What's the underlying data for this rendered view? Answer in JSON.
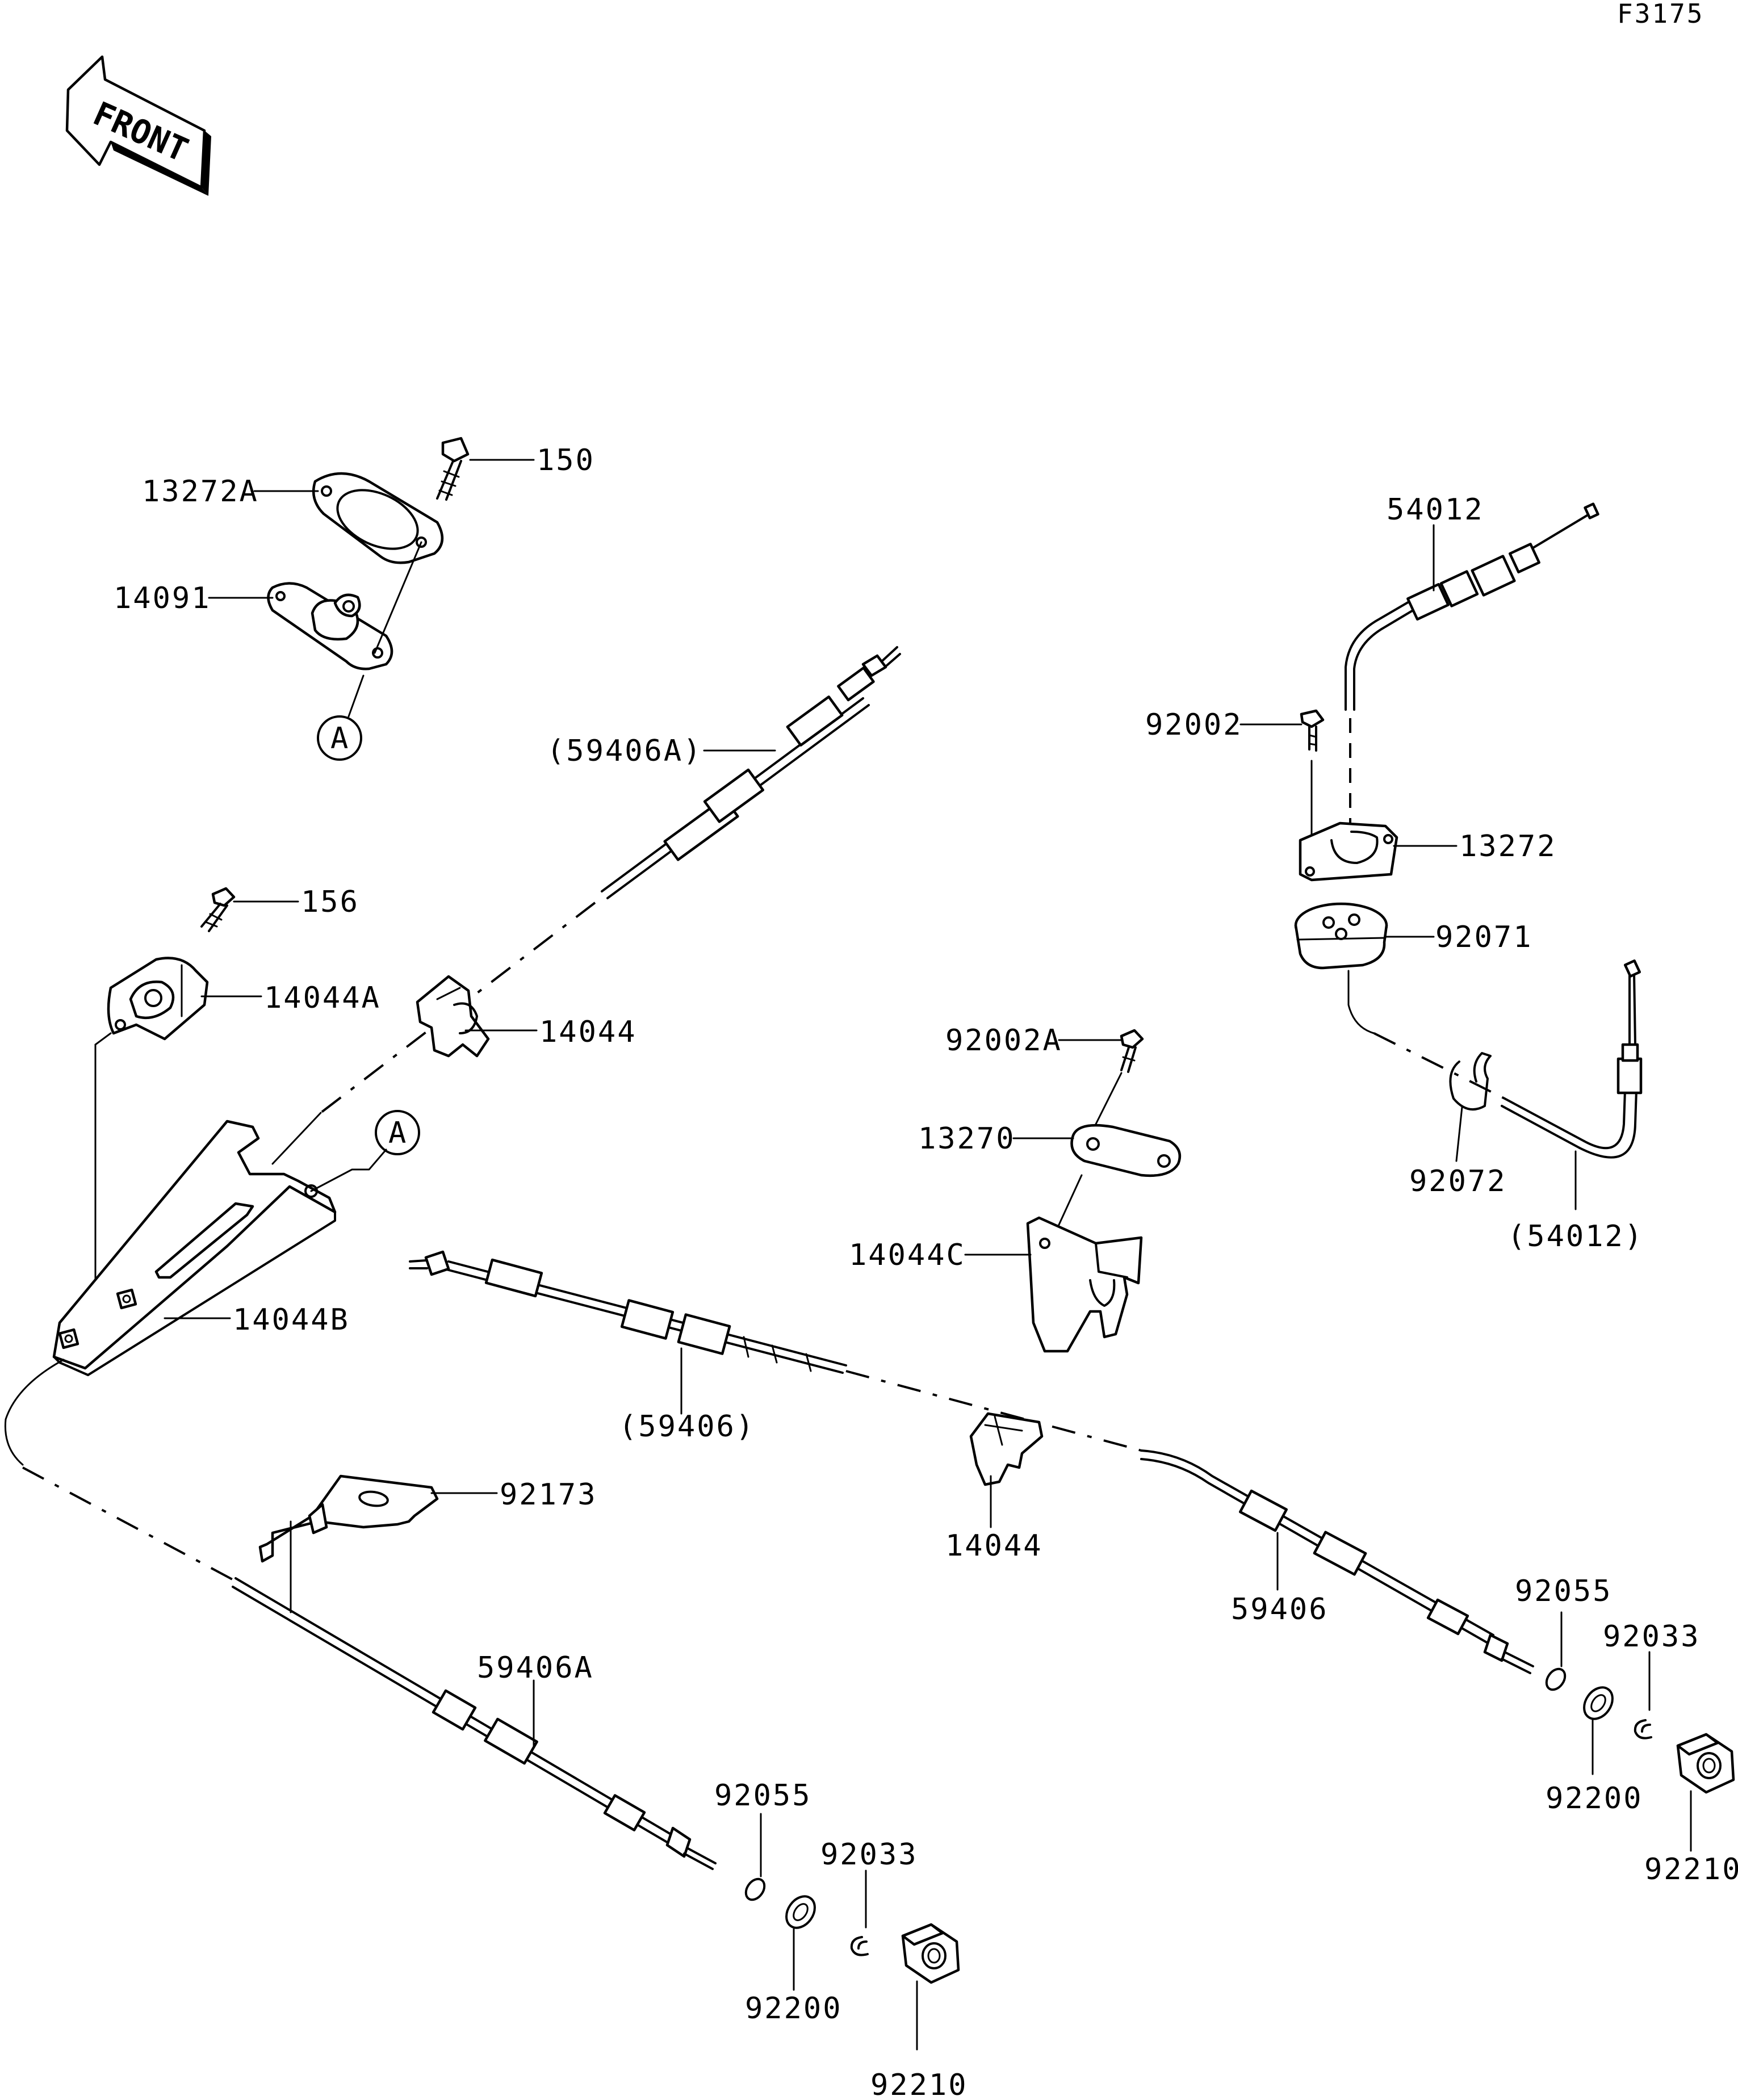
{
  "figure_code": "F3175",
  "front_label": "FRONT",
  "ref_marker": "A",
  "labels": {
    "p150": "150",
    "p13272A": "13272A",
    "p14091": "14091",
    "p59406A_ref": "(59406A)",
    "p156": "156",
    "p14044A": "14044A",
    "p14044_upper": "14044",
    "p14044B": "14044B",
    "p59406_ref": "(59406)",
    "p14044_lower": "14044",
    "p92173": "92173",
    "p59406A": "59406A",
    "p92055_left": "92055",
    "p92033_left": "92033",
    "p92200_left": "92200",
    "p92210_left": "92210",
    "p54012": "54012",
    "p92002": "92002",
    "p13272": "13272",
    "p92071": "92071",
    "p92072": "92072",
    "p54012_ref": "(54012)",
    "p92002A": "92002A",
    "p13270": "13270",
    "p14044C": "14044C",
    "p59406": "59406",
    "p92055_right": "92055",
    "p92033_right": "92033",
    "p92200_right": "92200",
    "p92210_right": "92210"
  }
}
